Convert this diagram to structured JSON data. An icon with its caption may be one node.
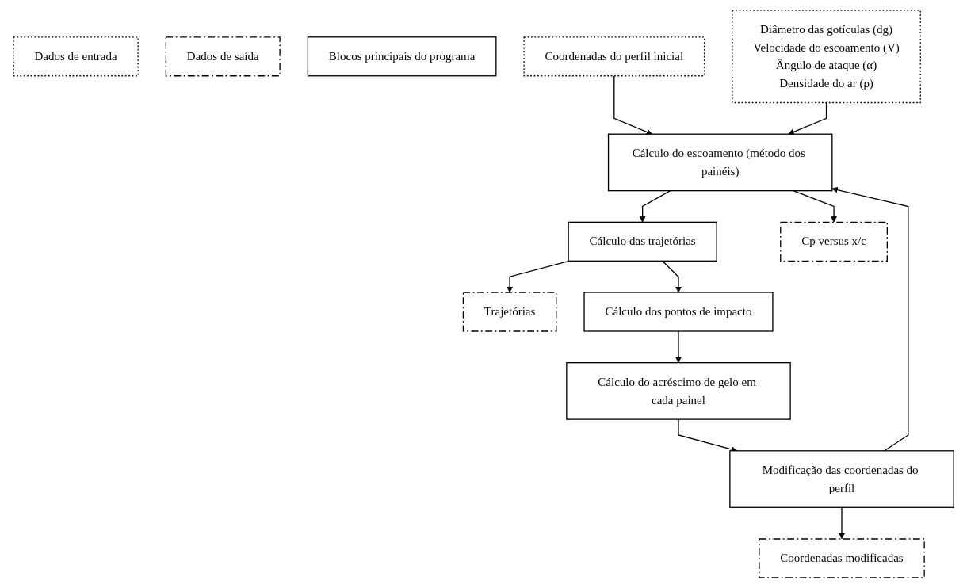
{
  "diagram": {
    "nodes": [
      {
        "text": [
          "Dados de entrada"
        ]
      },
      {
        "text": [
          "Dados de saída"
        ]
      },
      {
        "text": [
          "Blocos principais do programa"
        ]
      },
      {
        "text": [
          "Coordenadas do perfil inicial"
        ]
      },
      {
        "text": [
          "Diâmetro das gotículas (dg)",
          "Velocidade do escoamento (V)",
          "Ângulo de ataque (α)",
          "Densidade do ar (ρ)"
        ]
      },
      {
        "text": [
          "Cálculo do escoamento (método dos painéis)"
        ]
      },
      {
        "text": [
          "Cálculo das trajetórias"
        ]
      },
      {
        "text": [
          "Coordenadas modificadas"
        ]
      },
      {
        "text": [
          "Cp versus x/c"
        ]
      },
      {
        "text": [
          "Trajetórias"
        ]
      },
      {
        "text": [
          "Cálculo dos pontos de impacto"
        ]
      },
      {
        "text": [
          "Cálculo do acréscimo de gelo em cada painel"
        ]
      },
      {
        "text": [
          "Modificação das coordenadas do perfil"
        ]
      }
    ],
    "edges": [
      {
        "from": 3,
        "to": 5,
        "arrow": "to"
      },
      {
        "from": 4,
        "to": 5,
        "arrow": "to"
      },
      {
        "from": 5,
        "to": 6,
        "arrow": "to"
      },
      {
        "from": 5,
        "to": 8,
        "arrow": "to"
      },
      {
        "from": 6,
        "to": 9,
        "arrow": "to"
      },
      {
        "from": 6,
        "to": 10,
        "arrow": "to"
      },
      {
        "from": 10,
        "to": 11,
        "arrow": "to"
      },
      {
        "from": 11,
        "to": 12,
        "arrow": "to"
      },
      {
        "from": 12,
        "to": 7,
        "arrow": "to"
      },
      {
        "from": 12,
        "to": 5,
        "arrow": "to"
      }
    ]
  }
}
